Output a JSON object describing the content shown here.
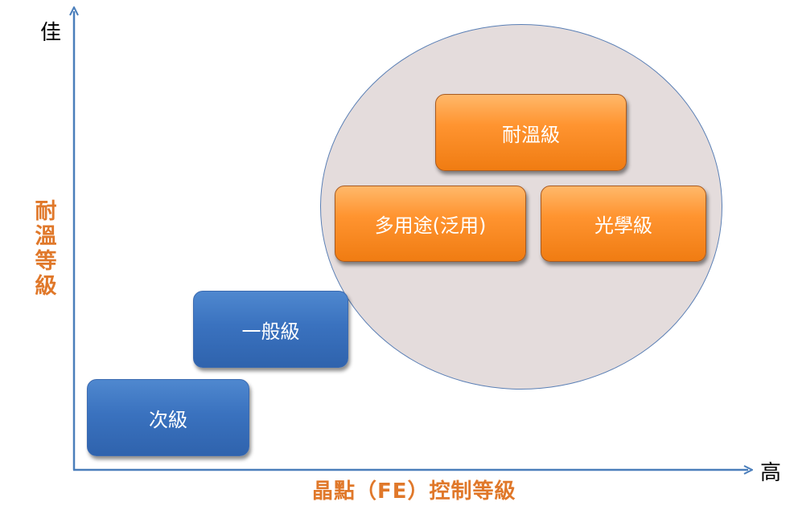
{
  "axes": {
    "y_top_label": "佳",
    "x_right_label": "高",
    "y_title": "耐溫等級",
    "x_title": "晶點（FE）控制等級",
    "axis_color": "#4a7ebb",
    "title_color": "#e0782a"
  },
  "boxes": {
    "blue_color": "#3a72bf",
    "orange_color": "#ff9430",
    "ciji": "次級",
    "yibanji": "一般級",
    "duoyongtu": "多用途(泛用)",
    "guangxueji": "光學級",
    "naiwenji": "耐溫級"
  },
  "ellipse_color": "#e4dcdc"
}
